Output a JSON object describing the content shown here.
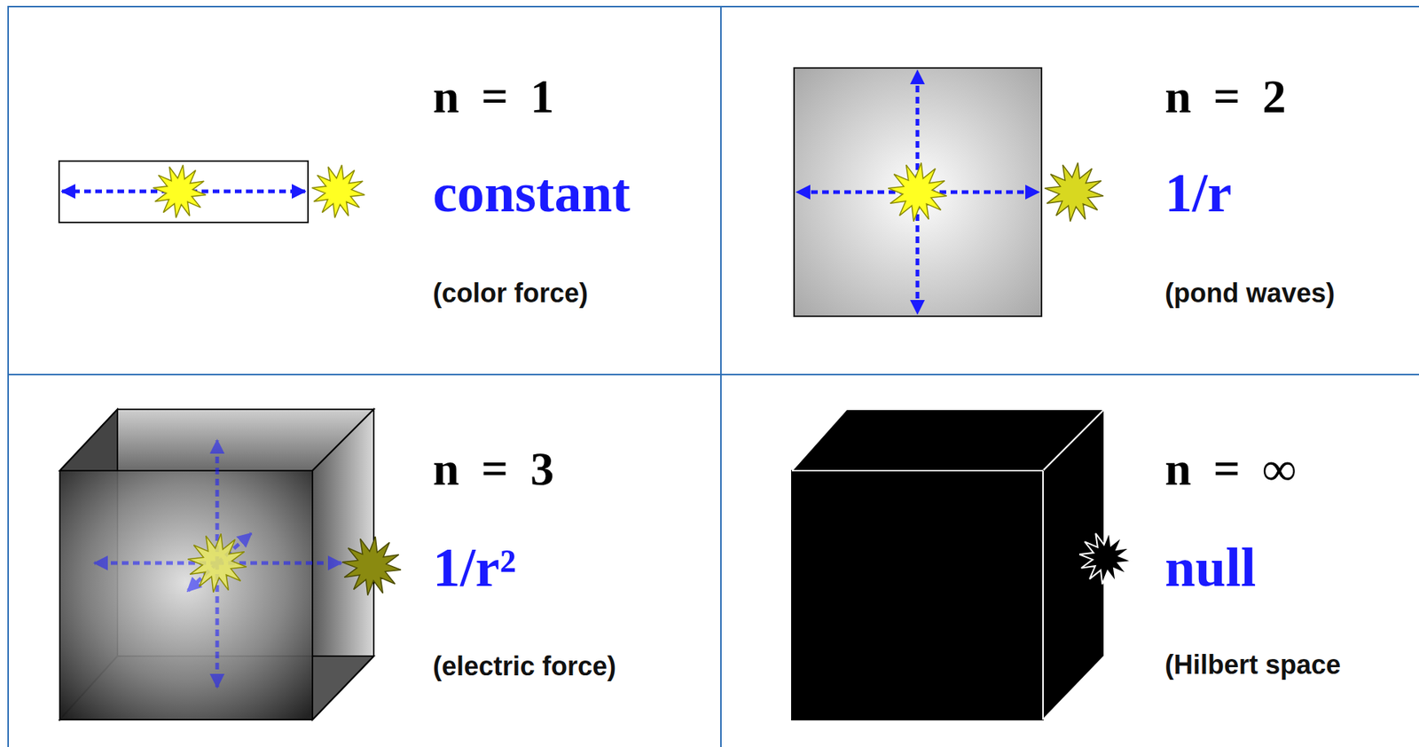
{
  "diagram": {
    "nodes": [
      {
        "text": [
          "n = 1",
          "constant",
          "(color force)"
        ]
      },
      {
        "text": [
          "n = 2",
          "1/r",
          "(pond waves)"
        ]
      },
      {
        "text": [
          "n = 3",
          "1/r²",
          "(electric force)"
        ]
      },
      {
        "text": [
          "n = ∞",
          "null",
          "(Hilbert space"
        ]
      }
    ]
  }
}
